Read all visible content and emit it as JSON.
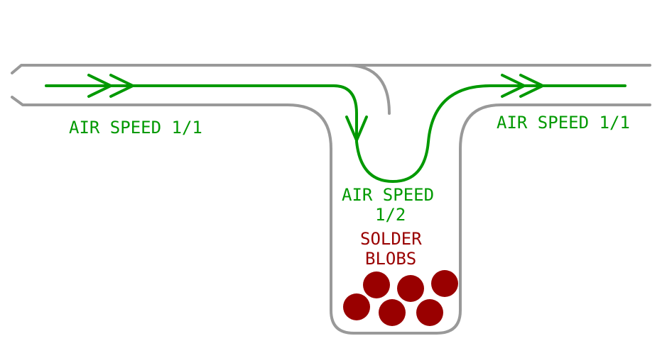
{
  "labels": {
    "air_speed_left": "AIR SPEED 1/1",
    "air_speed_right": "AIR SPEED 1/1",
    "air_speed_trap_line1": "AIR SPEED",
    "air_speed_trap_line2": "1/2",
    "solder_line1": "SOLDER",
    "solder_line2": "BLOBS"
  },
  "colors": {
    "pipe": "#999999",
    "airflow": "#009900",
    "solder": "#990000"
  }
}
